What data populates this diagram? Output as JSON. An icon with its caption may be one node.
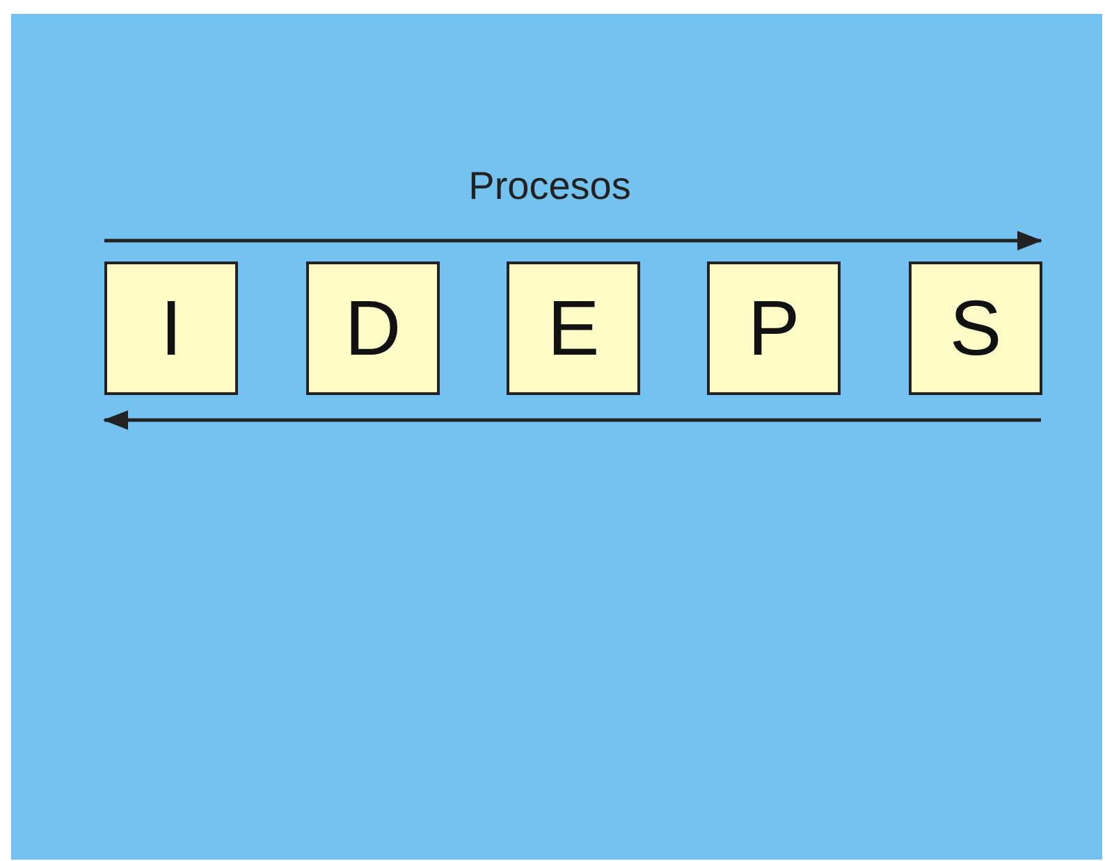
{
  "diagram": {
    "nodes": [
      {
        "text": [
          "I"
        ]
      },
      {
        "text": [
          "D"
        ]
      },
      {
        "text": [
          "E"
        ]
      },
      {
        "text": [
          "P"
        ]
      },
      {
        "text": [
          "S"
        ]
      }
    ],
    "labels": [
      "Procesos"
    ]
  }
}
